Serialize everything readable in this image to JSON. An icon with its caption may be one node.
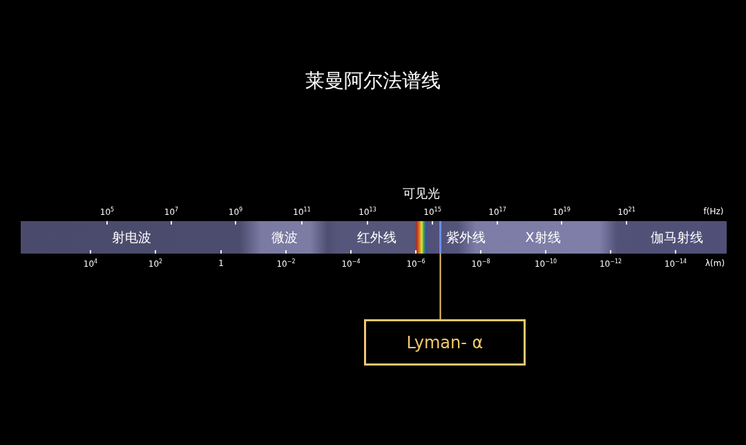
{
  "diagram": {
    "title": "莱曼阿尔法谱线",
    "nodes": [
      {
        "text": [
          "Lyman- α"
        ]
      },
      {
        "text": [],
        "shape": "bar"
      }
    ],
    "edges": [
      {
        "from": 0,
        "to": 1,
        "arrow": "none"
      }
    ],
    "labels": [
      "可见光",
      "10$^{5}$",
      "10$^{7}$",
      "10$^{9}$",
      "10$^{11}$",
      "10$^{13}$",
      "10$^{15}$",
      "10$^{17}$",
      "10$^{19}$",
      "10$^{21}$",
      "f(Hz)",
      "射电波",
      "微波",
      "红外线",
      "紫外线",
      "X射线",
      "伽马射线",
      "10$^{4}$",
      "10$^{2}$",
      "1",
      "10$^{−2}$",
      "10$^{−4}$",
      "10$^{−6}$",
      "10$^{−8}$",
      "10$^{−10}$",
      "10$^{−12}$",
      "10$^{−14}$",
      "λ(m)"
    ]
  }
}
